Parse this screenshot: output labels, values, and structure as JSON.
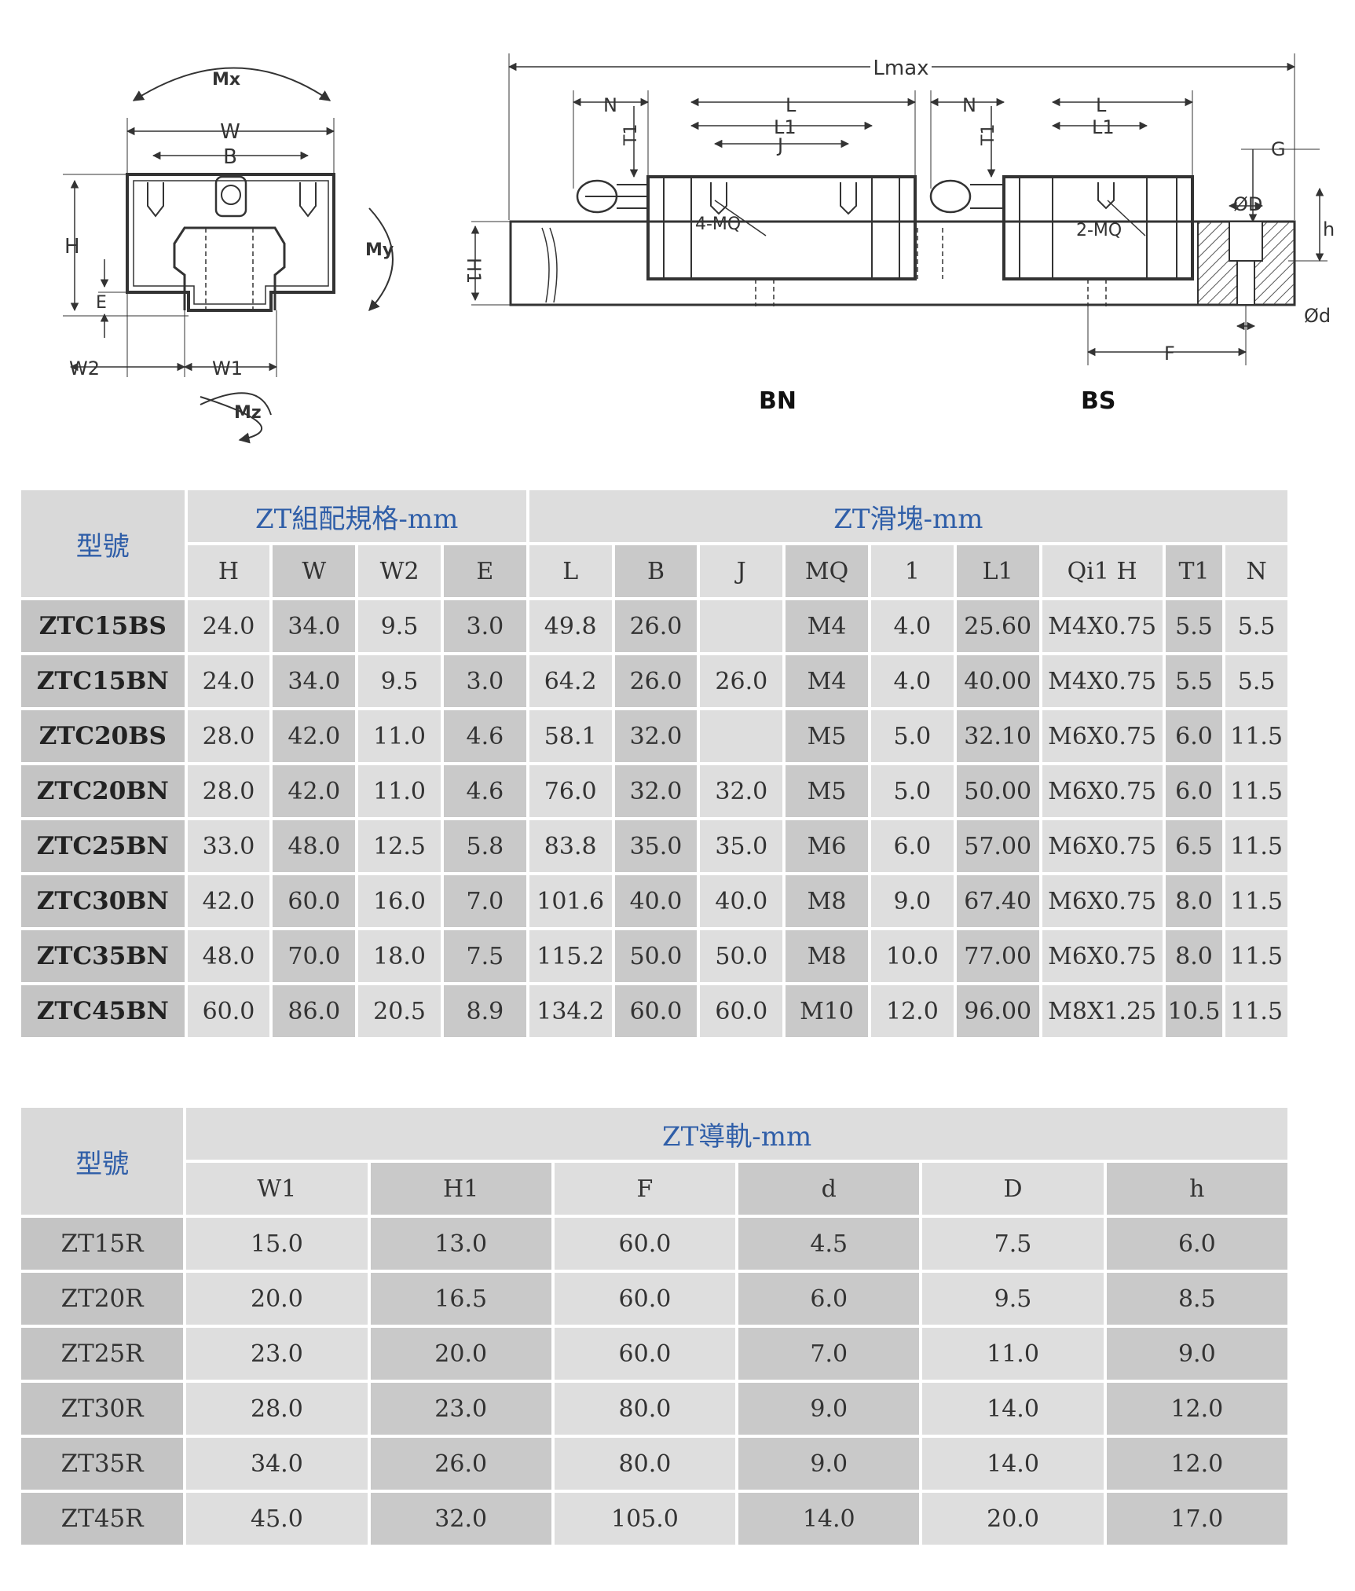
{
  "drawing": {
    "labels": {
      "mx": "Mx",
      "my": "My",
      "mz": "Mz",
      "w": "W",
      "b": "B",
      "h": "H",
      "e": "E",
      "w2": "W2",
      "w1": "W1",
      "lmax": "Lmax",
      "n": "N",
      "l": "L",
      "l1": "L1",
      "j": "J",
      "t1": "T1",
      "h1": "H1",
      "mq4": "4-MQ",
      "mq2": "2-MQ",
      "g": "G",
      "dia_d": "ØD",
      "dia_d_small": "Ød",
      "h_small": "h",
      "f": "F"
    },
    "captions": {
      "bn": "BN",
      "bs": "BS"
    }
  },
  "block_table": {
    "model_header": "型號",
    "group1": "ZT組配規格-mm",
    "group2": "ZT滑塊-mm",
    "columns": [
      "H",
      "W",
      "W2",
      "E",
      "L",
      "B",
      "J",
      "MQ",
      "1",
      "L1",
      "Qi1 H",
      "T1",
      "N"
    ],
    "rows": [
      {
        "model": "ZTC15BS",
        "cells": [
          "24.0",
          "34.0",
          "9.5",
          "3.0",
          "49.8",
          "26.0",
          "",
          "M4",
          "4.0",
          "25.60",
          "M4X0.75",
          "5.5",
          "5.5"
        ]
      },
      {
        "model": "ZTC15BN",
        "cells": [
          "24.0",
          "34.0",
          "9.5",
          "3.0",
          "64.2",
          "26.0",
          "26.0",
          "M4",
          "4.0",
          "40.00",
          "M4X0.75",
          "5.5",
          "5.5"
        ]
      },
      {
        "model": "ZTC20BS",
        "cells": [
          "28.0",
          "42.0",
          "11.0",
          "4.6",
          "58.1",
          "32.0",
          "",
          "M5",
          "5.0",
          "32.10",
          "M6X0.75",
          "6.0",
          "11.5"
        ]
      },
      {
        "model": "ZTC20BN",
        "cells": [
          "28.0",
          "42.0",
          "11.0",
          "4.6",
          "76.0",
          "32.0",
          "32.0",
          "M5",
          "5.0",
          "50.00",
          "M6X0.75",
          "6.0",
          "11.5"
        ]
      },
      {
        "model": "ZTC25BN",
        "cells": [
          "33.0",
          "48.0",
          "12.5",
          "5.8",
          "83.8",
          "35.0",
          "35.0",
          "M6",
          "6.0",
          "57.00",
          "M6X0.75",
          "6.5",
          "11.5"
        ]
      },
      {
        "model": "ZTC30BN",
        "cells": [
          "42.0",
          "60.0",
          "16.0",
          "7.0",
          "101.6",
          "40.0",
          "40.0",
          "M8",
          "9.0",
          "67.40",
          "M6X0.75",
          "8.0",
          "11.5"
        ]
      },
      {
        "model": "ZTC35BN",
        "cells": [
          "48.0",
          "70.0",
          "18.0",
          "7.5",
          "115.2",
          "50.0",
          "50.0",
          "M8",
          "10.0",
          "77.00",
          "M6X0.75",
          "8.0",
          "11.5"
        ]
      },
      {
        "model": "ZTC45BN",
        "cells": [
          "60.0",
          "86.0",
          "20.5",
          "8.9",
          "134.2",
          "60.0",
          "60.0",
          "M10",
          "12.0",
          "96.00",
          "M8X1.25",
          "10.5",
          "11.5"
        ]
      }
    ]
  },
  "rail_table": {
    "model_header": "型號",
    "group": "ZT導軌-mm",
    "columns": [
      "W1",
      "H1",
      "F",
      "d",
      "D",
      "h"
    ],
    "rows": [
      {
        "model": "ZT15R",
        "cells": [
          "15.0",
          "13.0",
          "60.0",
          "4.5",
          "7.5",
          "6.0"
        ]
      },
      {
        "model": "ZT20R",
        "cells": [
          "20.0",
          "16.5",
          "60.0",
          "6.0",
          "9.5",
          "8.5"
        ]
      },
      {
        "model": "ZT25R",
        "cells": [
          "23.0",
          "20.0",
          "60.0",
          "7.0",
          "11.0",
          "9.0"
        ]
      },
      {
        "model": "ZT30R",
        "cells": [
          "28.0",
          "23.0",
          "80.0",
          "9.0",
          "14.0",
          "12.0"
        ]
      },
      {
        "model": "ZT35R",
        "cells": [
          "34.0",
          "26.0",
          "80.0",
          "9.0",
          "14.0",
          "12.0"
        ]
      },
      {
        "model": "ZT45R",
        "cells": [
          "45.0",
          "32.0",
          "105.0",
          "14.0",
          "20.0",
          "17.0"
        ]
      }
    ]
  }
}
